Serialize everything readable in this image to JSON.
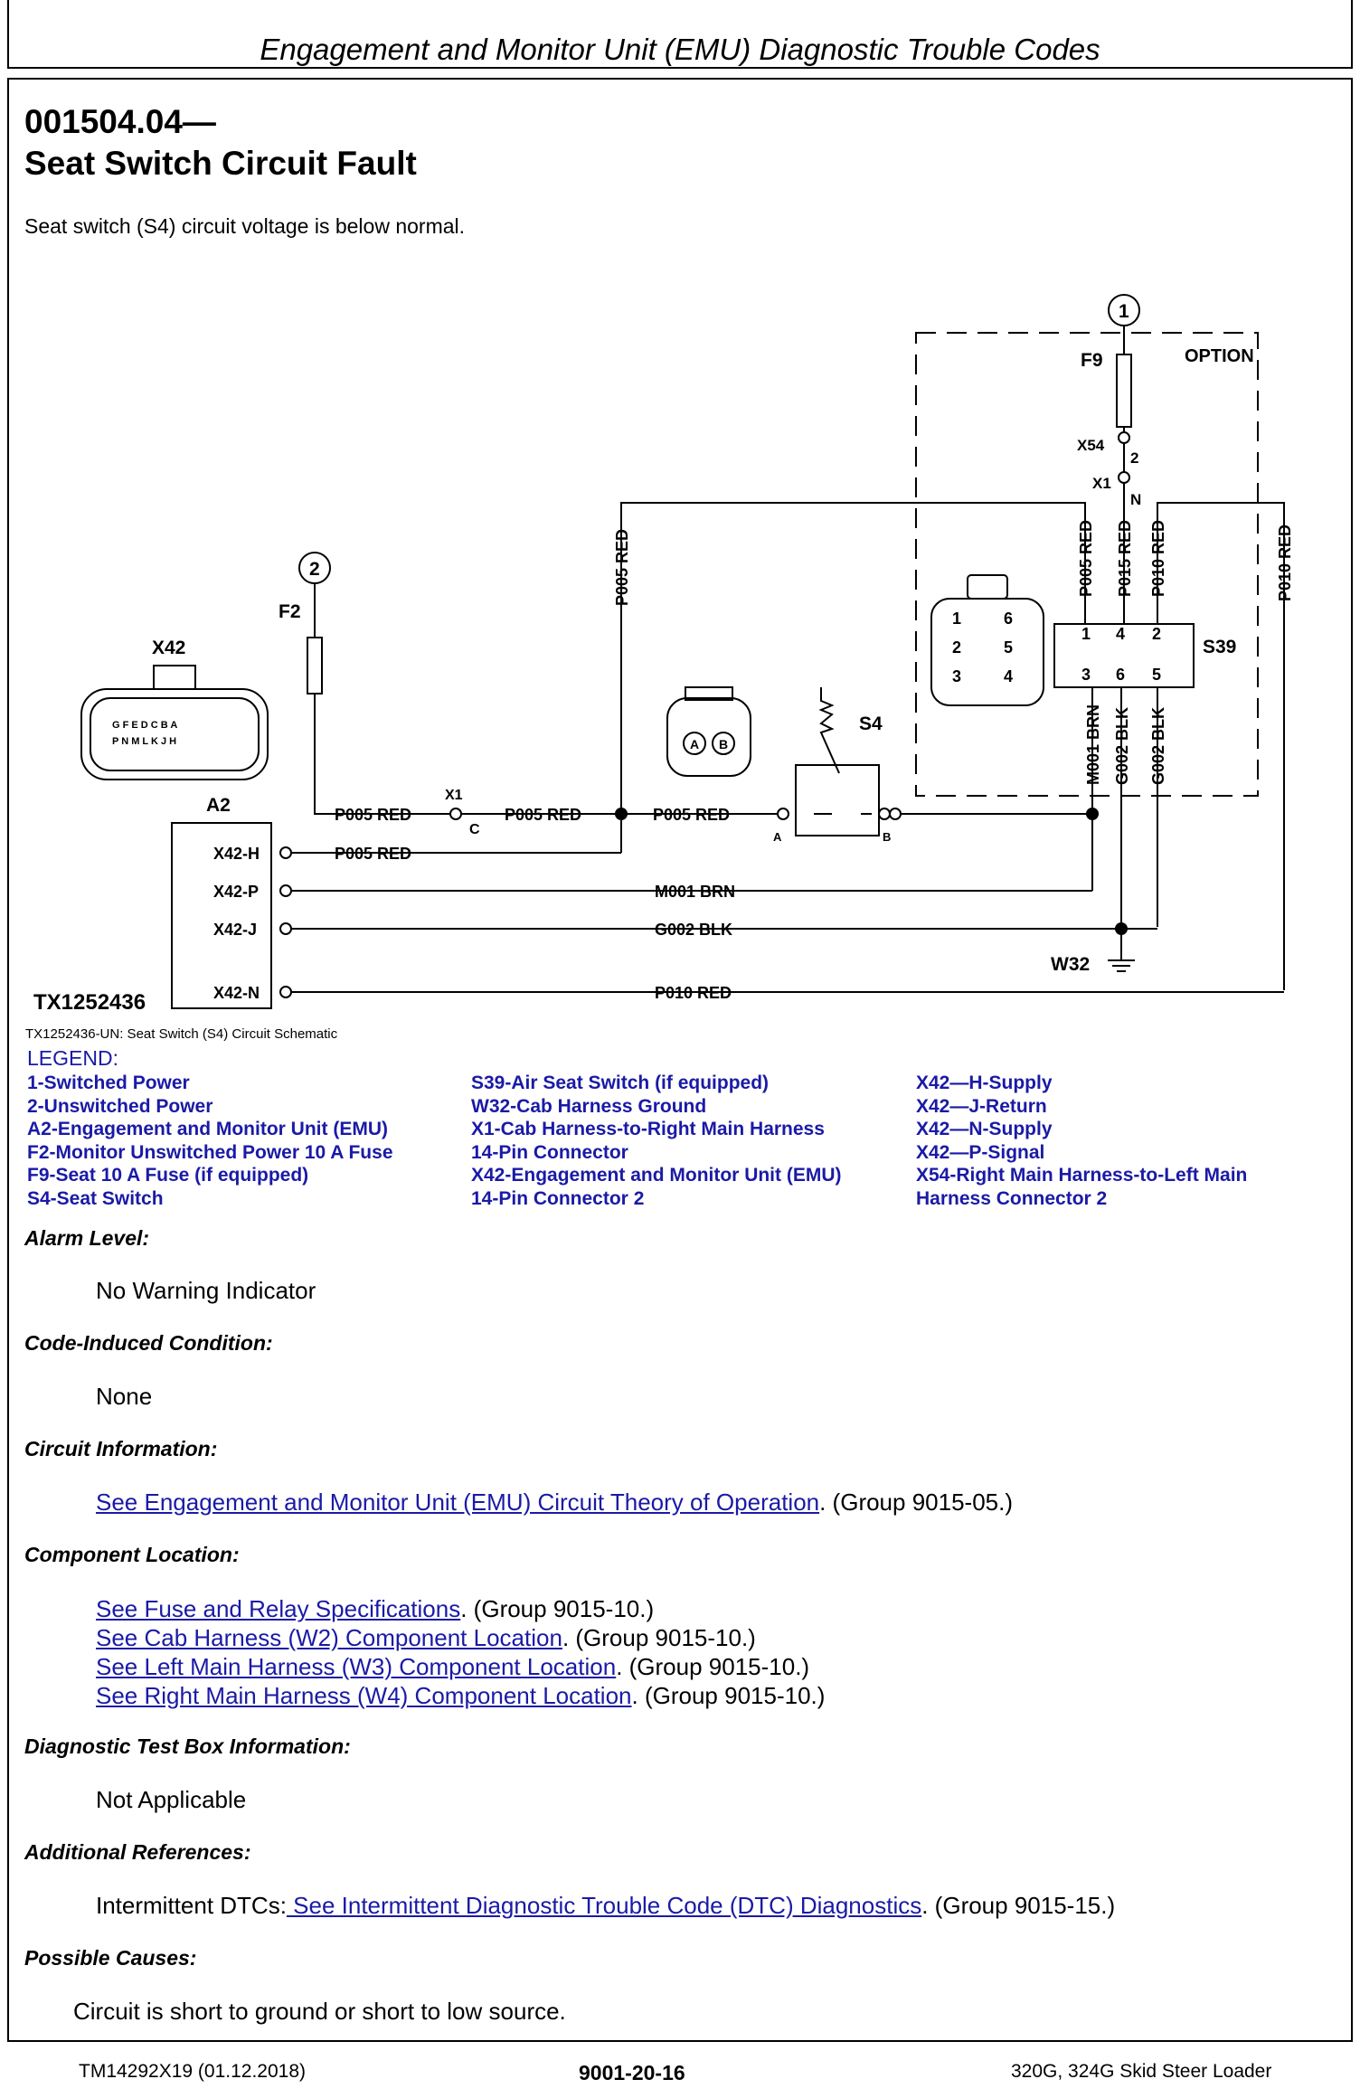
{
  "header": {
    "title": "Engagement and Monitor Unit (EMU) Diagnostic Trouble Codes"
  },
  "code": {
    "number": "001504.04—",
    "title": "Seat Switch Circuit Fault"
  },
  "description": "Seat switch (S4) circuit voltage is below normal.",
  "schematic": {
    "caption": "TX1252436-UN: Seat Switch (S4) Circuit Schematic",
    "id_label": "TX1252436",
    "labels": {
      "circle1": "1",
      "circle2": "2",
      "f9": "F9",
      "option": "OPTION",
      "x54": "X54",
      "x54_pin": "2",
      "x1": "X1",
      "x1_pin": "N",
      "f2": "F2",
      "x42": "X42",
      "a2": "A2",
      "s4": "S4",
      "s39": "S39",
      "w32": "W32",
      "x1_lower": "X1",
      "x1_lower_pin": "C",
      "pin_a": "A",
      "pin_b": "B",
      "conn_a": "A",
      "conn_b": "B",
      "x42_pins": [
        "G F E D C B A",
        "P N M L K J H"
      ],
      "a2_pins": [
        "X42-H",
        "X42-P",
        "X42-J",
        "X42-N"
      ],
      "wires": {
        "p005_1": "P005 RED",
        "p005_2": "P005 RED",
        "p005_3": "P005 RED",
        "p005_4": "P005 RED",
        "p005_v": "P005 RED",
        "p005_s39": "P005 RED",
        "p015": "P015 RED",
        "p010": "P010 RED",
        "p010_v": "P010 RED",
        "m001_v": "M001 BRN",
        "g002_v1": "G002 BLK",
        "g002_v2": "G002 BLK",
        "m001": "M001 BRN",
        "g002": "G002 BLK",
        "p010_h": "P010 RED"
      },
      "s39_pins_top": [
        "1",
        "4",
        "2"
      ],
      "s39_pins_bottom": [
        "3",
        "6",
        "5"
      ],
      "conn6_pins": [
        "1",
        "6",
        "2",
        "5",
        "3",
        "4"
      ]
    }
  },
  "legend": {
    "title": "LEGEND:",
    "col1": [
      "1-Switched Power",
      "2-Unswitched Power",
      "A2-Engagement and Monitor Unit (EMU)",
      "F2-Monitor Unswitched Power 10 A Fuse",
      "F9-Seat 10 A Fuse (if equipped)",
      "S4-Seat Switch"
    ],
    "col2": [
      "S39-Air Seat Switch (if equipped)",
      "W32-Cab Harness Ground",
      "X1-Cab Harness-to-Right Main Harness",
      "14-Pin Connector",
      "X42-Engagement and Monitor Unit (EMU)",
      "14-Pin Connector 2"
    ],
    "col3": [
      "X42—H-Supply",
      "X42—J-Return",
      "X42—N-Supply",
      "X42—P-Signal",
      "X54-Right Main Harness-to-Left Main",
      "Harness Connector 2"
    ]
  },
  "sections": {
    "alarm": {
      "heading": "Alarm Level:",
      "text": "No Warning Indicator"
    },
    "condition": {
      "heading": "Code-Induced Condition:",
      "text": "None"
    },
    "circuit": {
      "heading": "Circuit Information:",
      "link": "See Engagement and Monitor Unit (EMU) Circuit Theory of Operation",
      "suffix": ". (Group 9015-05.)"
    },
    "component": {
      "heading": "Component Location:",
      "items": [
        {
          "link": "See Fuse and Relay Specifications",
          "suffix": ". (Group 9015-10.)"
        },
        {
          "link": "See Cab Harness (W2) Component Location",
          "suffix": ". (Group 9015-10.)"
        },
        {
          "link": "See Left Main Harness (W3) Component Location",
          "suffix": ". (Group 9015-10.)"
        },
        {
          "link": "See Right Main Harness (W4) Component Location",
          "suffix": ". (Group 9015-10.)"
        }
      ]
    },
    "testbox": {
      "heading": "Diagnostic Test Box Information:",
      "text": "Not Applicable"
    },
    "references": {
      "heading": "Additional References:",
      "prefix": "Intermittent DTCs:",
      "link": " See Intermittent Diagnostic Trouble Code (DTC) Diagnostics",
      "suffix": ". (Group 9015-15.)"
    },
    "causes": {
      "heading": "Possible Causes:",
      "text": "Circuit is short to ground or short to low source."
    }
  },
  "footer": {
    "left": "TM14292X19 (01.12.2018)",
    "center": "9001-20-16",
    "right": "320G, 324G Skid Steer Loader"
  }
}
